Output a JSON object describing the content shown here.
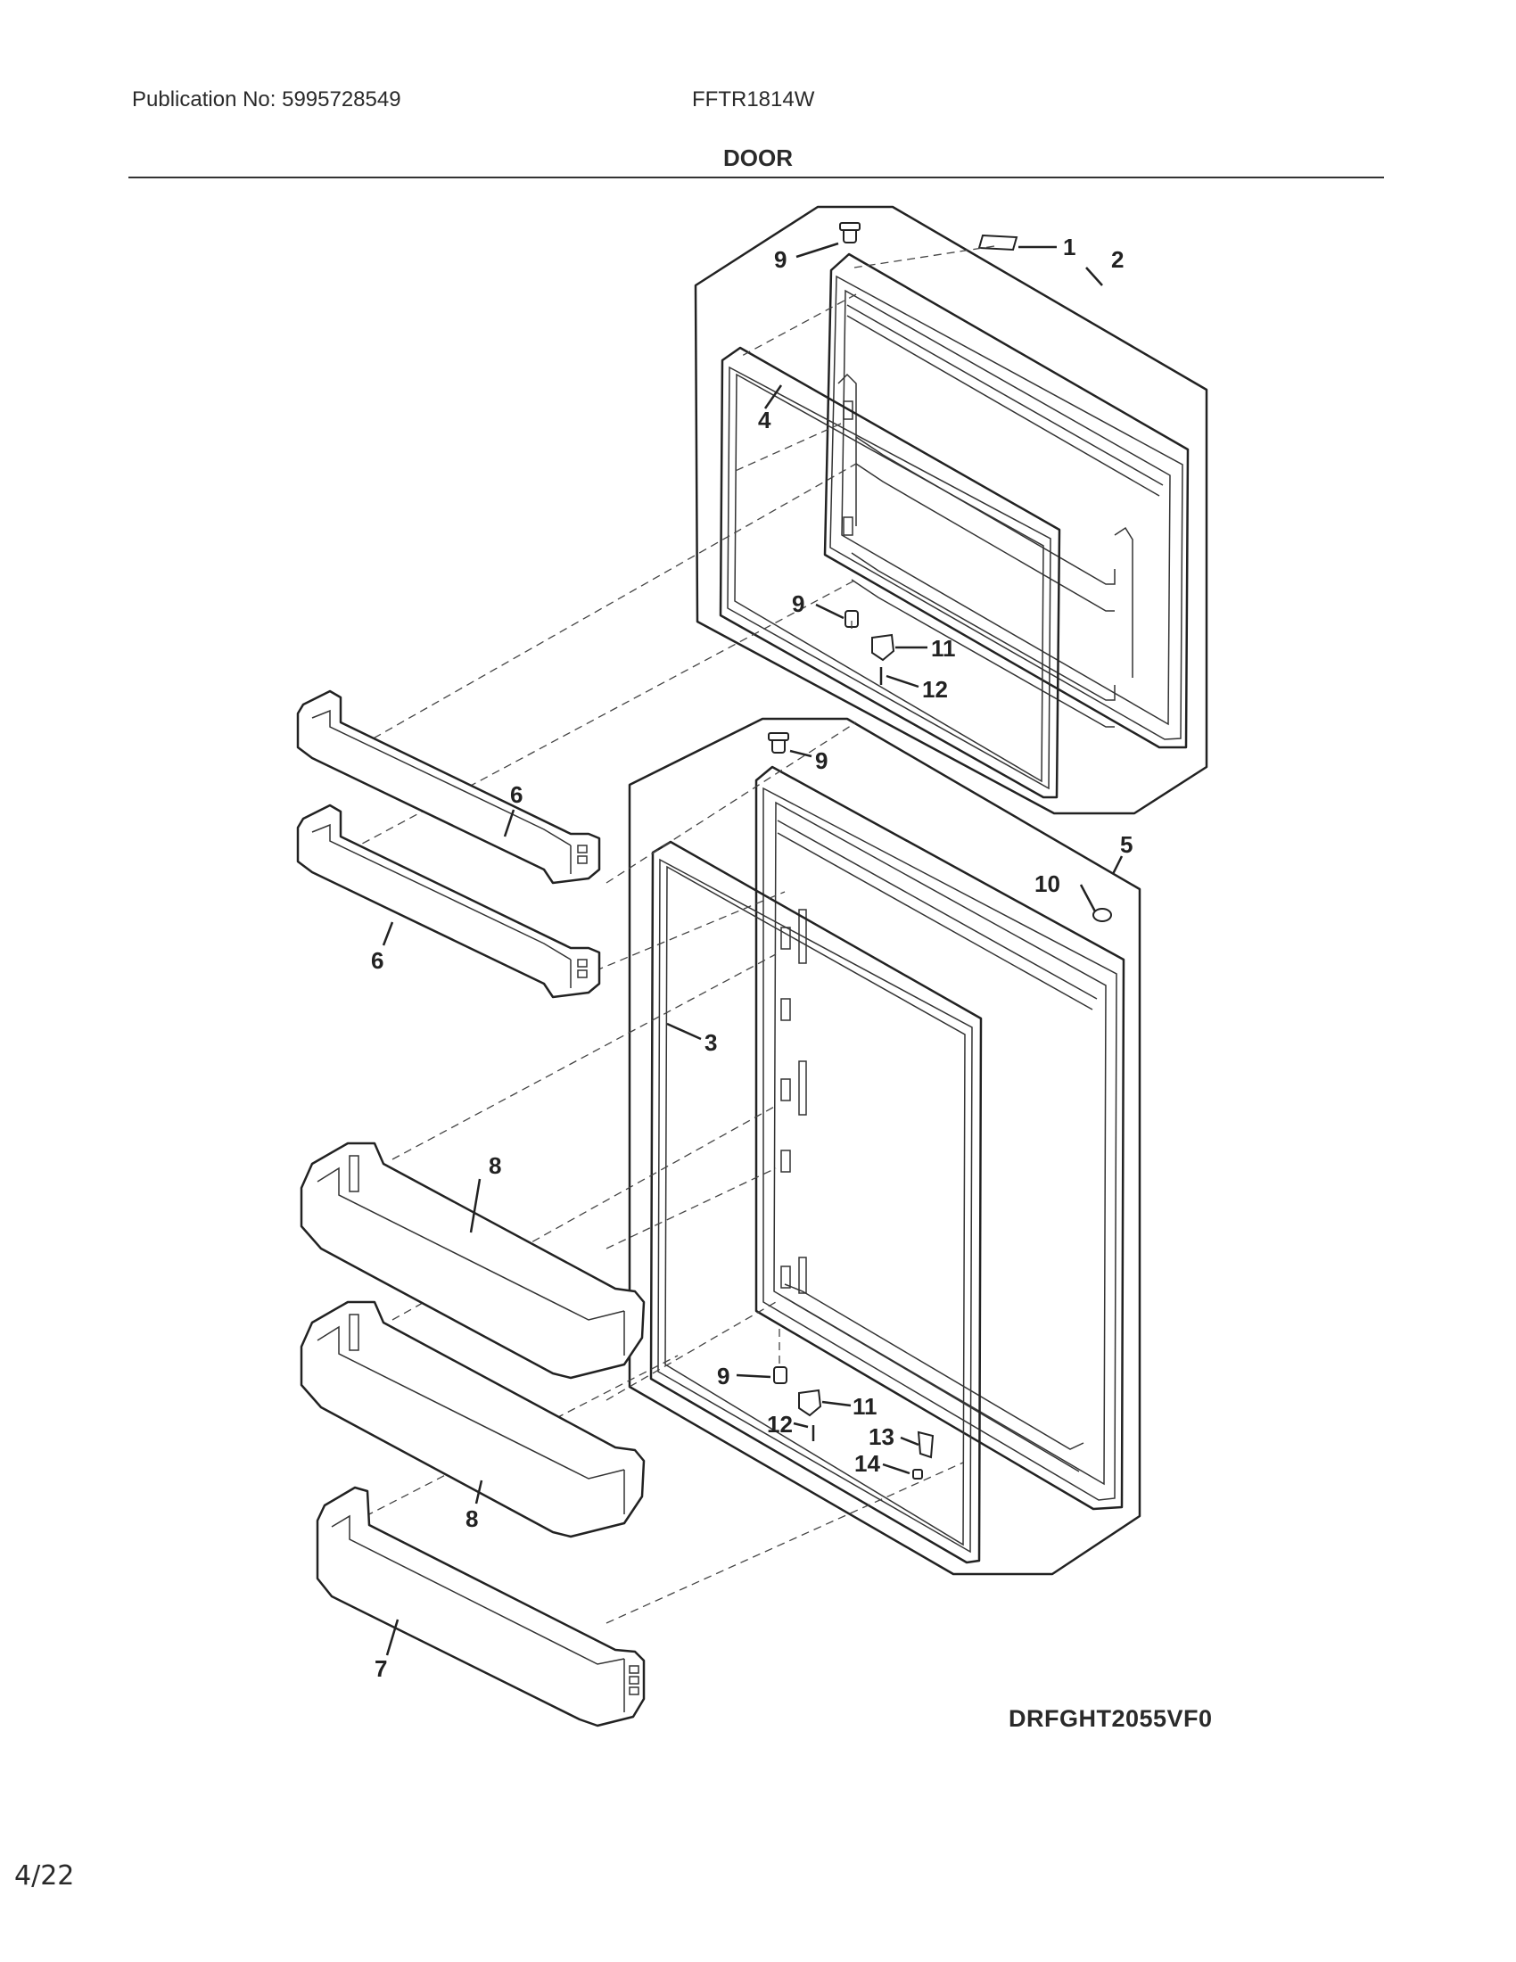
{
  "header": {
    "publication": "Publication No: 5995728549",
    "model": "FFTR1814W",
    "section_title": "DOOR"
  },
  "diagram_code": "DRFGHT2055VF0",
  "page_number": "4/22",
  "callouts": {
    "freezer_door": [
      "1",
      "2",
      "4",
      "9",
      "9",
      "11",
      "12"
    ],
    "shelves": [
      "6",
      "6",
      "8",
      "8",
      "7"
    ],
    "fresh_food_door": [
      "9",
      "10",
      "5",
      "3",
      "9",
      "11",
      "12",
      "13",
      "14"
    ]
  }
}
